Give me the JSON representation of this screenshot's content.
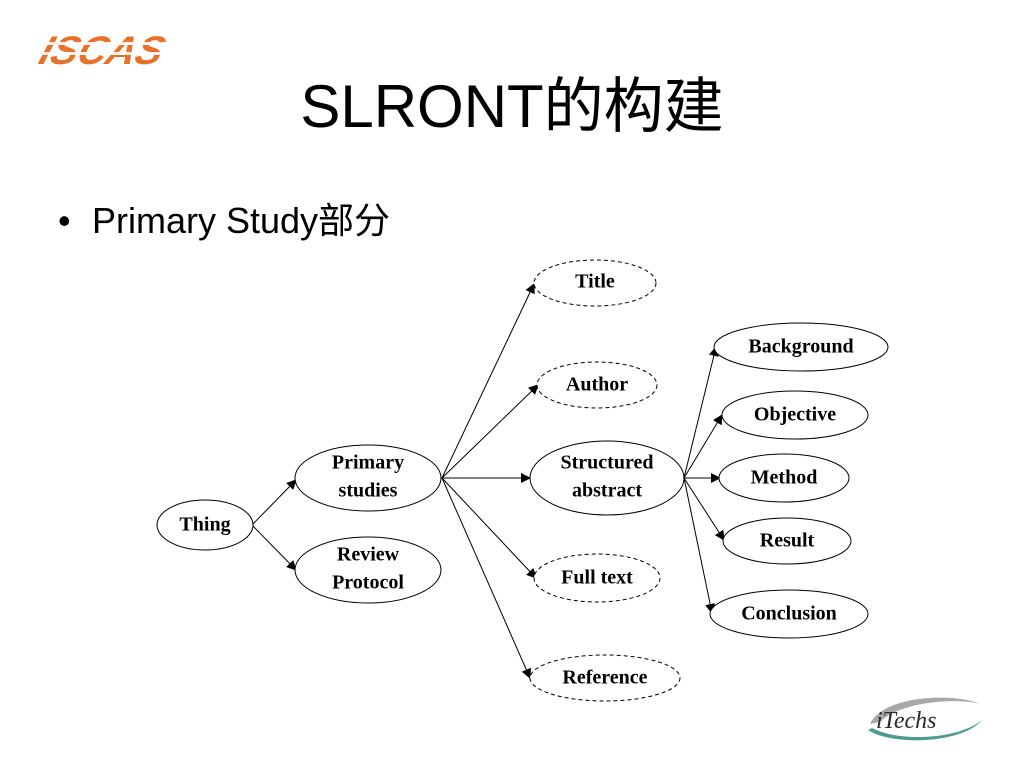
{
  "header": {
    "logo_text": "ISCAS",
    "title": "SLRONT的构建"
  },
  "bullet": {
    "marker": "•",
    "text": "Primary Study部分"
  },
  "diagram": {
    "nodes": {
      "thing": "Thing",
      "primary_studies": [
        "Primary",
        "studies"
      ],
      "review_protocol": [
        "Review",
        "Protocol"
      ],
      "title": "Title",
      "author": "Author",
      "structured_abstract": [
        "Structured",
        "abstract"
      ],
      "full_text": "Full text",
      "reference": "Reference",
      "background": "Background",
      "objective": "Objective",
      "method": "Method",
      "result": "Result",
      "conclusion": "Conclusion"
    }
  },
  "footer": {
    "logo_text": "iTechs"
  },
  "colors": {
    "iscas_orange": "#e8712a",
    "iscas_gray": "#9a9a9a",
    "itechs_teal": "#2e8b7a"
  }
}
